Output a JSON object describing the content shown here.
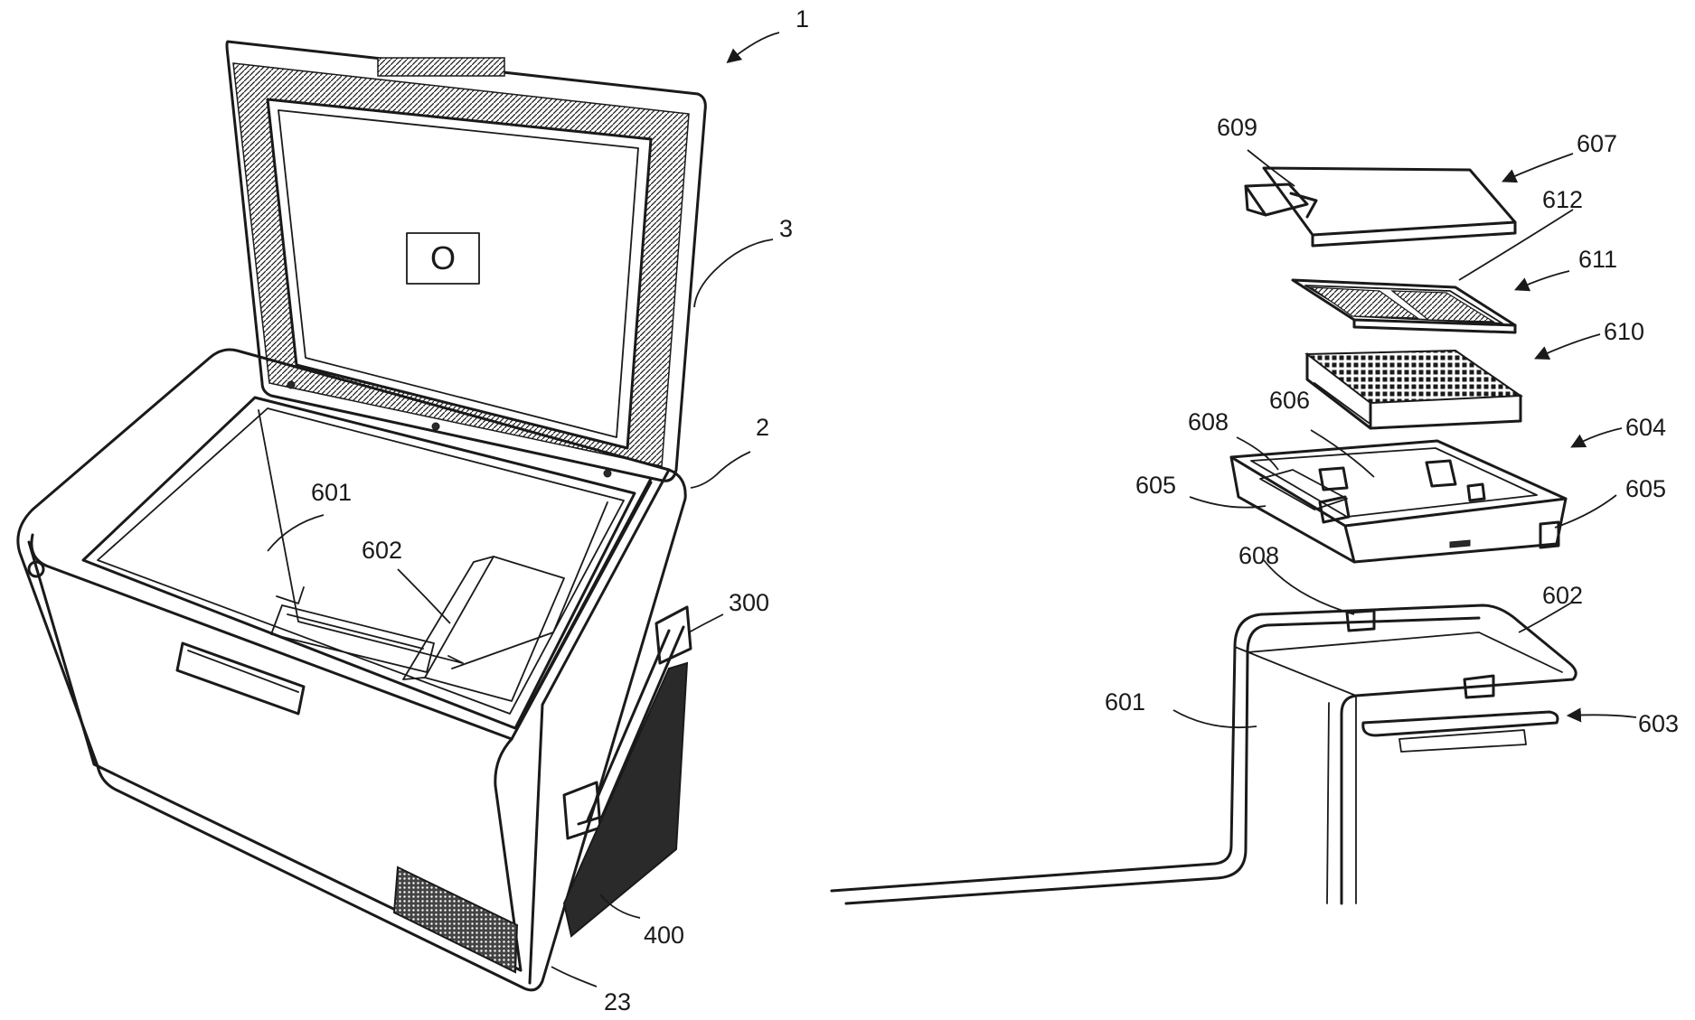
{
  "labels": {
    "l1": "1",
    "l3": "3",
    "l2": "2",
    "l300": "300",
    "l400": "400",
    "l23": "23",
    "l601a": "601",
    "l602a": "602",
    "l609": "609",
    "l607": "607",
    "l612": "612",
    "l611": "611",
    "l610": "610",
    "l608a": "608",
    "l606": "606",
    "l604": "604",
    "l605a": "605",
    "l605b": "605",
    "l608b": "608",
    "l602b": "602",
    "l601b": "601",
    "l603": "603"
  },
  "lid_symbol": "O"
}
